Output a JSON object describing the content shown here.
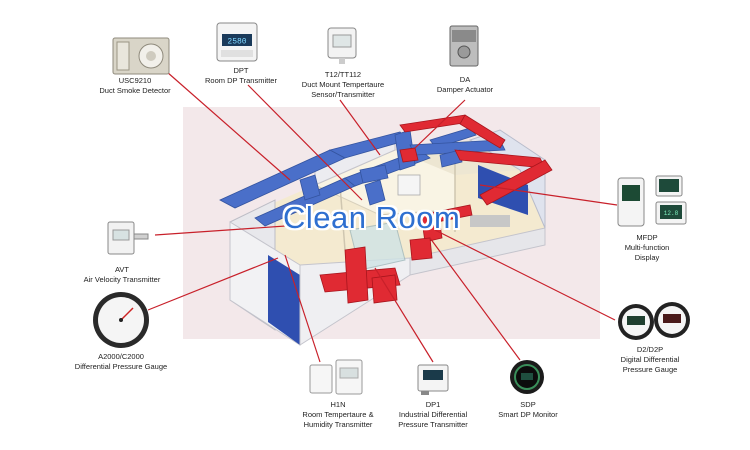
{
  "title": "Clean Room",
  "colors": {
    "title": "#2e6fd0",
    "leader_line": "#c8202a",
    "duct_blue": "#4a6fc9",
    "duct_red": "#e02a33",
    "floor": "#f3e9c8",
    "backdrop": "#f4ecee"
  },
  "devices": [
    {
      "id": "usc9210",
      "code": "USC9210",
      "name": "Duct Smoke Detector",
      "icon": "smoke-detector-icon"
    },
    {
      "id": "dpt",
      "code": "DPT",
      "name": "Room DP Transmitter",
      "icon": "dp-transmitter-icon"
    },
    {
      "id": "t12",
      "code": "T12/TT112",
      "name": "Duct Mount Tempertaure\nSensor/Transmitter",
      "icon": "duct-temp-sensor-icon"
    },
    {
      "id": "da",
      "code": "DA",
      "name": "Damper  Actuator",
      "icon": "damper-actuator-icon"
    },
    {
      "id": "mfdp",
      "code": "MFDP",
      "name": "Multi-function\nDisplay",
      "icon": "multifunction-display-icon"
    },
    {
      "id": "avt",
      "code": "AVT",
      "name": "Air Velocity Transmitter",
      "icon": "air-velocity-transmitter-icon"
    },
    {
      "id": "a2000",
      "code": "A2000/C2000",
      "name": "Differential Pressure Gauge",
      "icon": "pressure-gauge-icon"
    },
    {
      "id": "d2",
      "code": "D2/D2P",
      "name": "Digital Differential\nPressure Gauge",
      "icon": "digital-gauge-icon"
    },
    {
      "id": "h1n",
      "code": "H1N",
      "name": "Room Tempertaure &\nHumidity Transmitter",
      "icon": "room-humidity-transmitter-icon"
    },
    {
      "id": "dp1",
      "code": "DP1",
      "name": "Industrial Differential\nPressure Transmitter",
      "icon": "industrial-transmitter-icon"
    },
    {
      "id": "sdp",
      "code": "SDP",
      "name": "Smart DP Monitor",
      "icon": "smart-monitor-icon"
    }
  ]
}
